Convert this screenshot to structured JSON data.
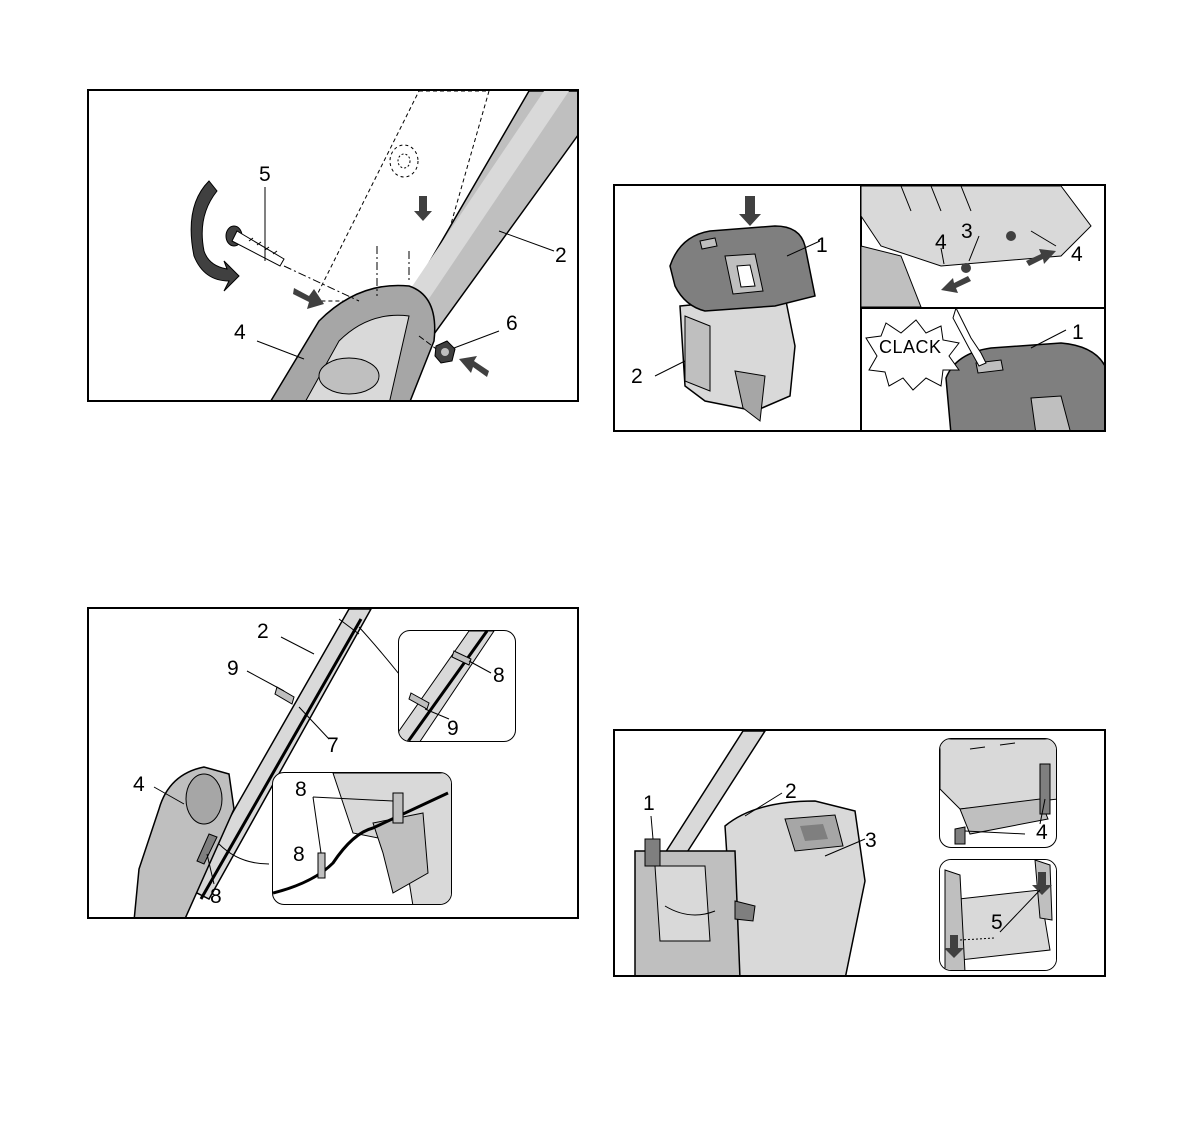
{
  "figure1": {
    "labels": [
      "5",
      "2",
      "4",
      "6"
    ]
  },
  "figure2": {
    "labels": [
      "1",
      "2",
      "4",
      "3",
      "4",
      "1"
    ],
    "sound_text": "CLACK"
  },
  "figure3": {
    "labels": [
      "2",
      "9",
      "8",
      "9",
      "7",
      "4",
      "8",
      "8",
      "8"
    ]
  },
  "figure4": {
    "labels": [
      "1",
      "2",
      "3",
      "4",
      "5"
    ]
  },
  "colors": {
    "line": "#000000",
    "part_gray": "#d9d9d9",
    "part_dark": "#a6a6a6",
    "part_mid": "#bfbfbf",
    "arrow": "#404040"
  }
}
